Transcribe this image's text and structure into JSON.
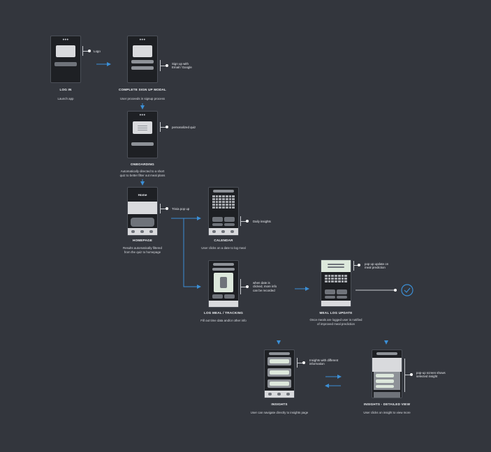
{
  "steps": {
    "login": {
      "title": "LOG IN",
      "caption": "Launch app",
      "note": "Logo"
    },
    "signup": {
      "title": "COMPLETE SIGN UP MODAL",
      "caption": "User proceeds in signup process",
      "note_line1": "Sign up with",
      "note_line2": "Email / Google"
    },
    "onboarding": {
      "title": "ONBOARDING",
      "caption_line1": "Automatically directed to a short",
      "caption_line2": "quiz to better filter out meal plans",
      "note": "personalized quiz"
    },
    "homepage": {
      "title": "HOMEPAGE",
      "screen_label": "Home",
      "caption_line1": "Results automatically filtered",
      "caption_line2": "from the quiz to homepage",
      "note": "Trivia pop up"
    },
    "calendar": {
      "title": "CALENDAR",
      "caption": "User clicks on a date to log meal",
      "note": "Daily insights"
    },
    "log_meal": {
      "title": "LOG MEAL / TRACKING",
      "caption": "Fill out time data and/or other info",
      "note_line1": "when date is",
      "note_line2": "clicked, more info",
      "note_line3": "can be recorded"
    },
    "meal_log_update": {
      "title": "MEAL LOG UPDATE",
      "caption_line1": "Once meals are logged user is notified",
      "caption_line2": "of improved meal prediction",
      "note_line1": "pop up update on",
      "note_line2": "meal prediction"
    },
    "insights": {
      "title": "INSIGHTS",
      "caption": "User can navigate directly to insights page",
      "note_line1": "Insights with different",
      "note_line2": "information"
    },
    "insights_detail": {
      "title": "INSIGHTS - DETAILED VIEW",
      "caption": "User clicks on insight to view more",
      "note_line1": "pop-up screen shows",
      "note_line2": "selected insight"
    }
  },
  "phone_dots": "•••",
  "colors": {
    "background": "#33363d",
    "arrow": "#3b8fd6",
    "screen": "#1e2024",
    "highlight": "#dde8dc"
  },
  "icons": {
    "done": "check-circle-icon",
    "arrow": "arrow-icon"
  }
}
